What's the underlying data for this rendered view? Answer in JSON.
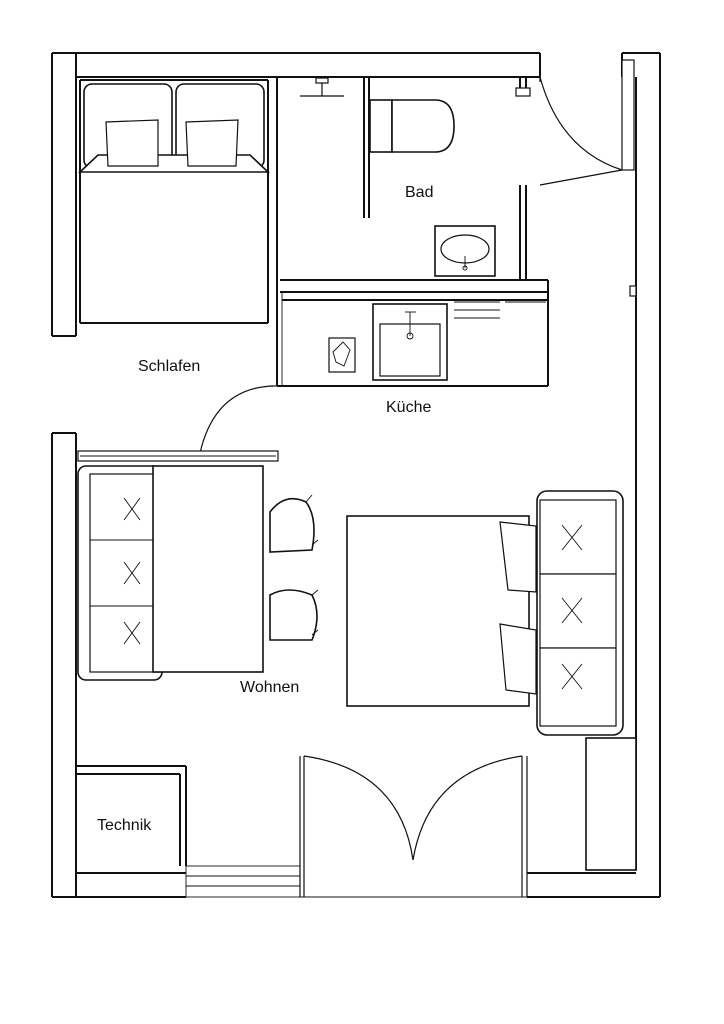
{
  "plan": {
    "rooms": {
      "bad": "Bad",
      "schlafen": "Schlafen",
      "kueche": "Küche",
      "wohnen": "Wohnen",
      "technik": "Technik"
    }
  }
}
